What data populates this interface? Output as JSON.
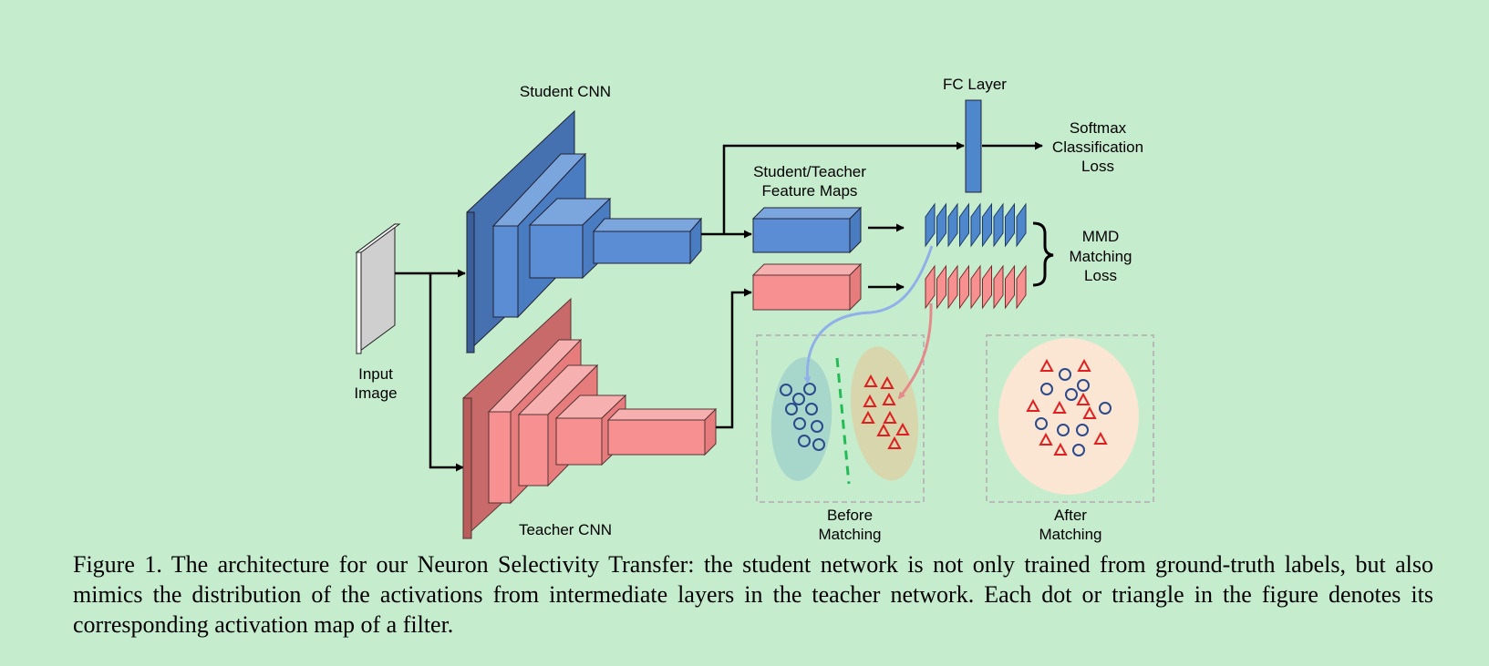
{
  "labels": {
    "student_cnn": "Student CNN",
    "teacher_cnn": "Teacher CNN",
    "input_image_1": "Input",
    "input_image_2": "Image",
    "fc_layer": "FC Layer",
    "softmax_1": "Softmax",
    "softmax_2": "Classification",
    "softmax_3": "Loss",
    "feature_maps_1": "Student/Teacher",
    "feature_maps_2": "Feature Maps",
    "mmd_1": "MMD",
    "mmd_2": "Matching",
    "mmd_3": "Loss",
    "before_1": "Before",
    "before_2": "Matching",
    "after_1": "After",
    "after_2": "Matching"
  },
  "caption": "Figure 1. The architecture for our Neuron Selectivity Transfer: the student network is not only trained from ground-truth labels, but also mimics the distribution of the activations from intermediate layers in the teacher network.  Each dot or triangle in the figure denotes its corresponding activation map of a filter.",
  "colors": {
    "background": "#c6ecce",
    "student_blue": "#4f87cc",
    "teacher_red": "#f79090",
    "circle_marker": "#2b4a8c",
    "triangle_marker": "#e02020",
    "decision_line": "#22bb55"
  },
  "markers": {
    "before_circles": 9,
    "before_triangles": 9,
    "after_circles": 9,
    "after_triangles": 9
  }
}
